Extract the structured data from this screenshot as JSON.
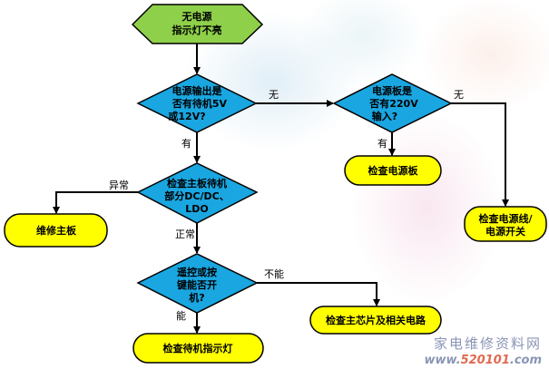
{
  "nodes": {
    "start": [
      "无电源",
      "指示灯不亮"
    ],
    "d1": [
      "电源输出是",
      "否有待机5V",
      "或12V?"
    ],
    "d2": [
      "电源板是",
      "否有220V",
      "输入?"
    ],
    "box_power_board": "检查电源板",
    "box_power_cord": [
      "检查电源线/",
      "电源开关"
    ],
    "d3": [
      "检查主板待机",
      "部分DC/DC、",
      "LDO"
    ],
    "box_repair_board": "维修主板",
    "d4": [
      "遥控或按",
      "键能否开",
      "机?"
    ],
    "box_main_chip": "检查主芯片及相关电路",
    "box_standby_led": "检查待机指示灯"
  },
  "edges": {
    "d1_no": "无",
    "d1_yes": "有",
    "d2_no": "无",
    "d2_yes": "有",
    "d3_abnormal": "异常",
    "d3_normal": "正常",
    "d4_no": "不能",
    "d4_yes": "能"
  },
  "watermark": {
    "name": "家电维修资料网",
    "url_prefix": "www.",
    "url_num": "520101",
    "url_suffix": ".com"
  },
  "colors": {
    "start": "#8ed04a",
    "decision": "#1aa6e0",
    "process": "#ffff00"
  }
}
